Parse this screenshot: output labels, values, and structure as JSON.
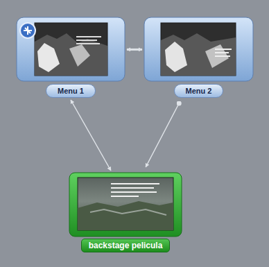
{
  "diagram": {
    "nodes": [
      {
        "text": [
          "Menu 1"
        ]
      },
      {
        "text": [
          "Menu 2"
        ]
      },
      {
        "text": [
          "backstage pelicula"
        ]
      }
    ],
    "edges": [
      {
        "from": 0,
        "to": 1,
        "arrow": "both"
      },
      {
        "from": 0,
        "to": 2,
        "arrow": "both"
      },
      {
        "from": 1,
        "to": 2,
        "arrow": "to"
      }
    ]
  }
}
